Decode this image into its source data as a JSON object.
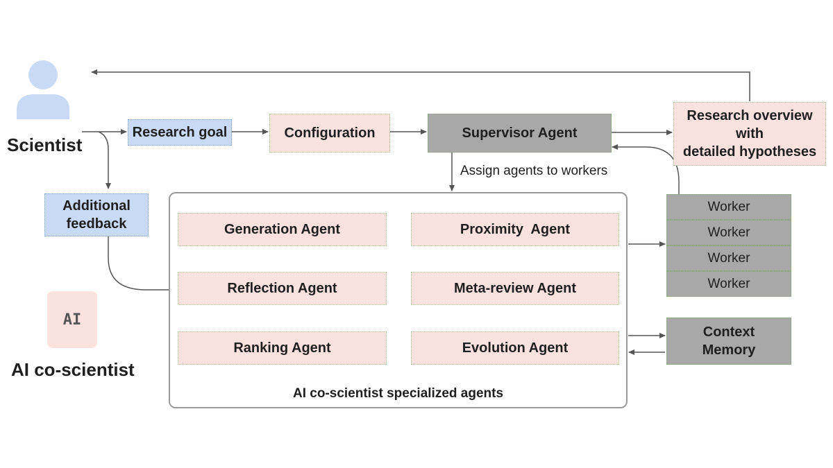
{
  "scientist": {
    "label": "Scientist"
  },
  "ai": {
    "icon_text": "AI",
    "label": "AI co-scientist"
  },
  "nodes": {
    "research_goal": "Research goal",
    "configuration": "Configuration",
    "supervisor": "Supervisor Agent",
    "overview_line1": "Research overview",
    "overview_line2": "with",
    "overview_line3": "detailed hypotheses",
    "feedback_line1": "Additional",
    "feedback_line2": "feedback",
    "assign_label": "Assign agents to workers"
  },
  "agents": {
    "generation": "Generation Agent",
    "proximity": "Proximity  Agent",
    "reflection": "Reflection Agent",
    "meta_review": "Meta-review Agent",
    "ranking": "Ranking Agent",
    "evolution": "Evolution Agent",
    "panel_caption": "AI co-scientist specialized agents"
  },
  "workers": [
    "Worker",
    "Worker",
    "Worker",
    "Worker"
  ],
  "memory": {
    "line1": "Context",
    "line2": "Memory"
  },
  "colors": {
    "arrow_gray": "#555555",
    "arrow_red": "#d93025",
    "pink_fill": "#fce2df",
    "blue_fill": "#c9daf6",
    "gray_fill": "#a8a8a8"
  }
}
